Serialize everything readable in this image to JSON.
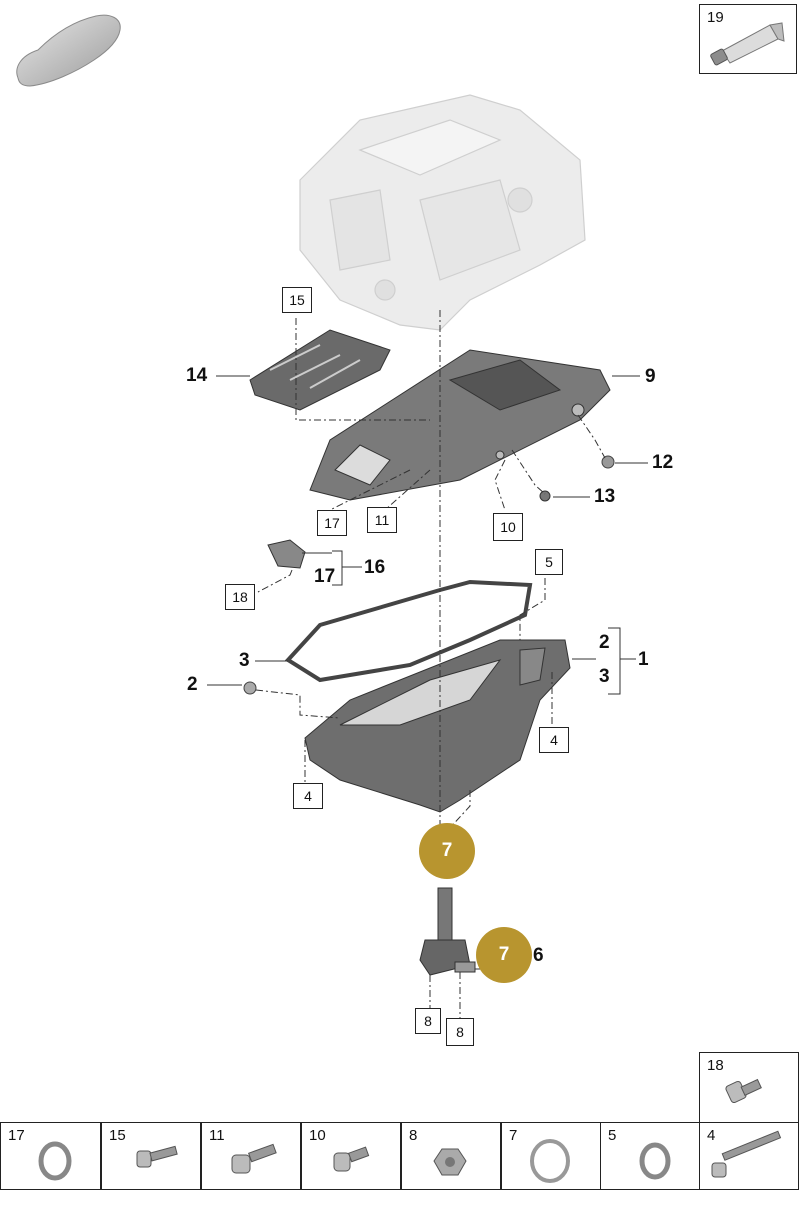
{
  "callouts": {
    "c1": "1",
    "c2a": "2",
    "c2b": "2",
    "c3a": "3",
    "c3b": "3",
    "c4a": "4",
    "c4b": "4",
    "c5": "5",
    "c6": "6",
    "c7a": "7",
    "c7b": "7",
    "c8a": "8",
    "c8b": "8",
    "c9": "9",
    "c10": "10",
    "c11": "11",
    "c12": "12",
    "c13": "13",
    "c14": "14",
    "c15": "15",
    "c16": "16",
    "c17a": "17",
    "c17b": "17",
    "c18": "18"
  },
  "legend": {
    "top_right": "19",
    "single": "18",
    "row": [
      "17",
      "15",
      "11",
      "10",
      "8",
      "7",
      "5",
      "4"
    ]
  },
  "icons": {
    "car": "car-silhouette-icon",
    "tube": "sealant-tube-icon"
  },
  "colors": {
    "accent": "#b8952f",
    "part_dark": "#555555",
    "part_light": "#e3e3e3"
  }
}
